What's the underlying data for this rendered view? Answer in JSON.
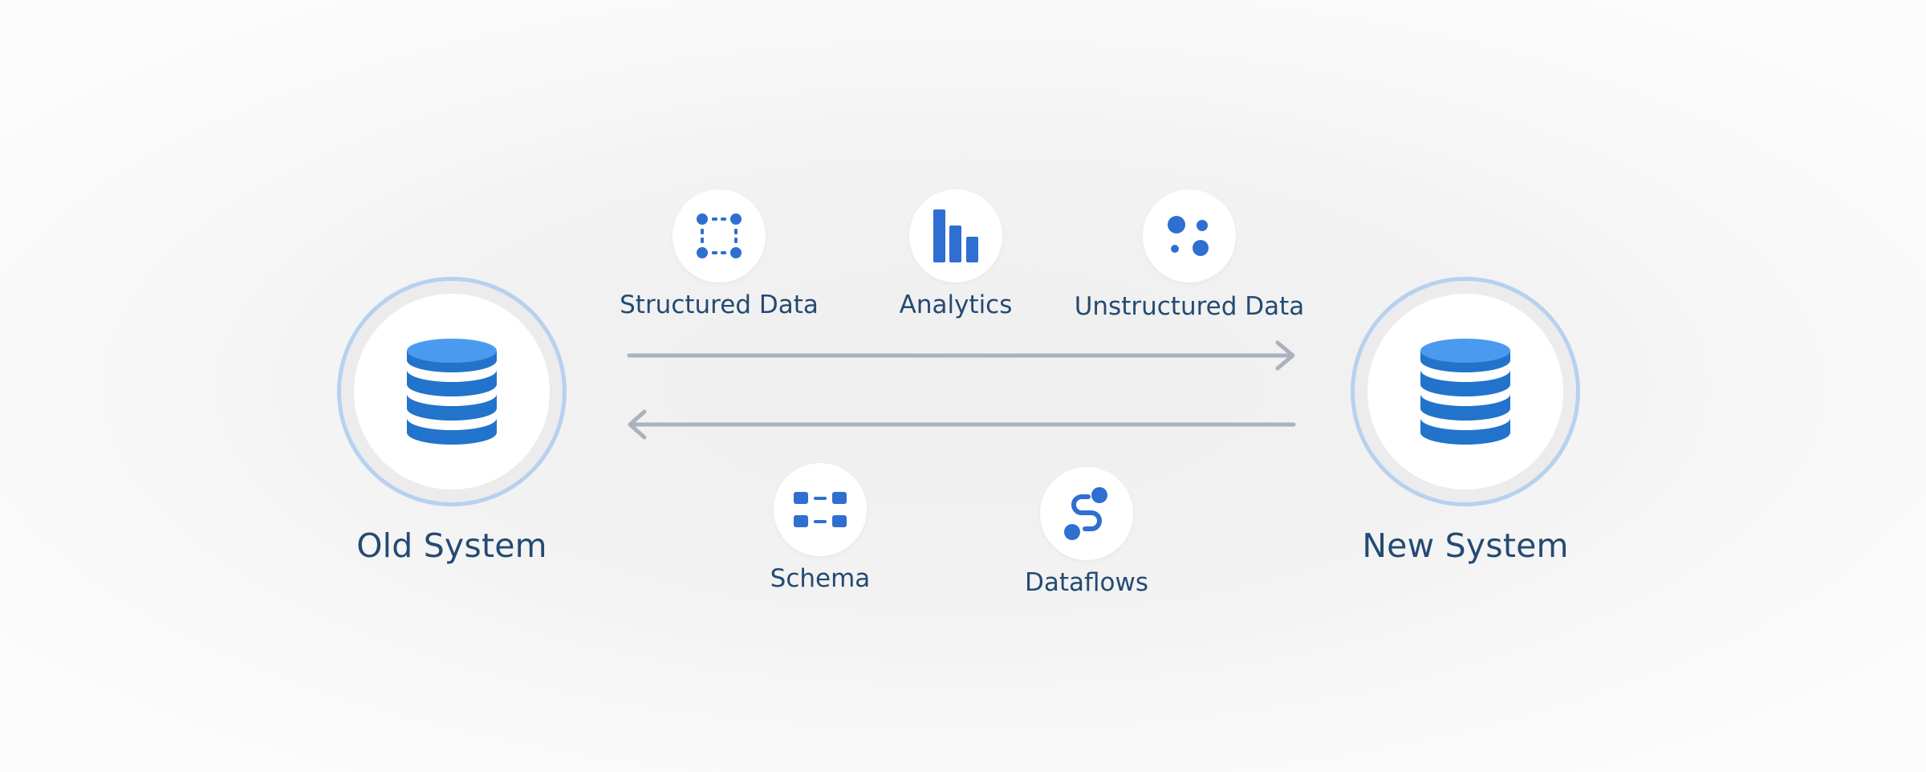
{
  "nodes": {
    "old_system": {
      "label": "Old System"
    },
    "new_system": {
      "label": "New System"
    }
  },
  "forward_items": [
    {
      "label": "Structured Data",
      "icon": "structured-data-icon"
    },
    {
      "label": "Analytics",
      "icon": "bar-chart-icon"
    },
    {
      "label": "Unstructured Data",
      "icon": "scatter-dots-icon"
    }
  ],
  "backward_items": [
    {
      "label": "Schema",
      "icon": "schema-icon"
    },
    {
      "label": "Dataflows",
      "icon": "dataflow-icon"
    }
  ],
  "colors": {
    "icon_blue": "#2f6fd1",
    "db_top": "#4a9af0",
    "db_body": "#2273cc",
    "label_text": "#244a72",
    "arrow": "#a9b2bd",
    "ring": "#b7d1ef"
  }
}
